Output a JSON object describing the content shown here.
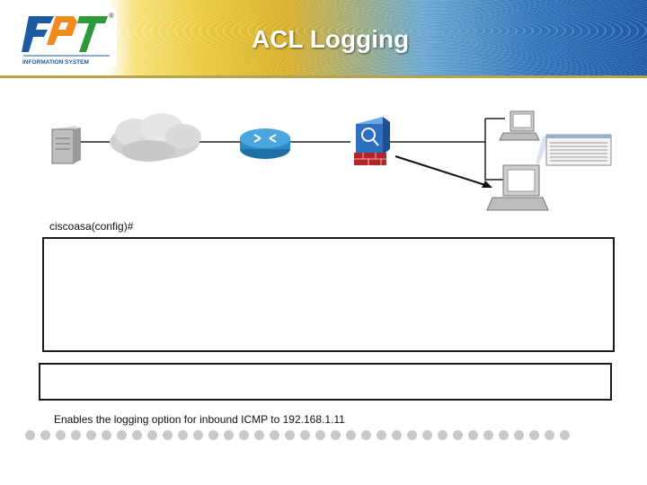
{
  "slide": {
    "title": "ACL Logging",
    "logo_caption": "INFORMATION SYSTEM",
    "logo_letters": "FPT",
    "registered_mark": "®",
    "prompt": "ciscoasa(config)#",
    "caption": "Enables the logging option for inbound  ICMP to 192.168.1.11",
    "dot_count": 36
  },
  "colors": {
    "brand_blue": "#1e5aa3",
    "brand_orange": "#f08a1c",
    "brand_green": "#2e9a3a",
    "router_blue": "#2b8ac8",
    "firewall_red": "#b2262a",
    "dot_grey": "#c9c9c9"
  },
  "diagram": {
    "devices": [
      "server-icon",
      "cloud-icon",
      "router-icon",
      "firewall-icon",
      "workstation-icon",
      "workstation-icon",
      "syslog-window-icon"
    ]
  }
}
